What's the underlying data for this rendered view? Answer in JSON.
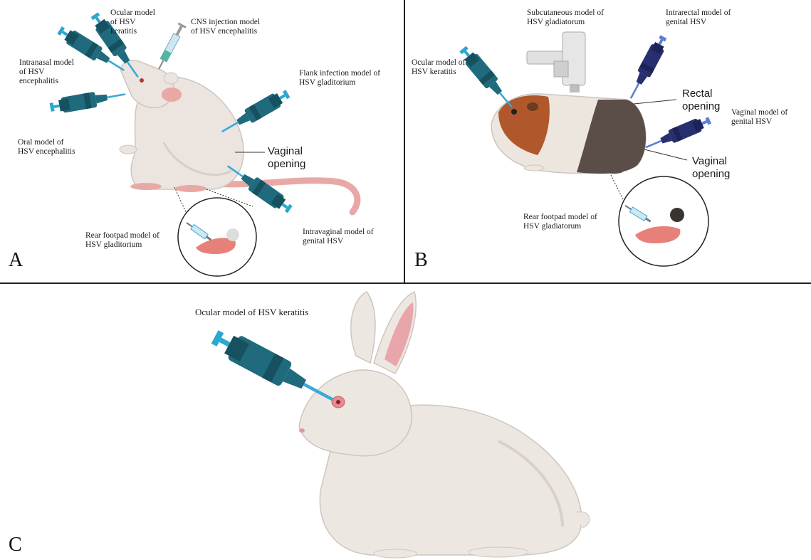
{
  "colors": {
    "pipette": "#1f6a7d",
    "pipette_dark": "#17505f",
    "pipette_tip": "#3aa8d8",
    "pipette_cap": "#2aa7d2",
    "navy_pipette": "#27306e",
    "navy_cap": "#5f7fd0",
    "mouse_body": "#ebe4df",
    "mouse_shade": "#d8cec8",
    "mouse_pink": "#e8a9a6",
    "guinea_brown": "#b0582c",
    "guinea_dark": "#5b4d47",
    "guinea_light": "#ede6df",
    "rabbit_body": "#ede7e1",
    "rabbit_shade": "#d9d0c8",
    "rabbit_ear": "#e9a6aa",
    "divider": "#222222"
  },
  "icons": [
    "pipette-icon",
    "syringe-icon",
    "injector-gun-icon"
  ],
  "panels": {
    "a": {
      "letter": "A",
      "labels": {
        "ocular": "Ocular model\nof HSV\nkeratitis",
        "cns": "CNS injection model\nof HSV encephalitis",
        "intranasal": "Intranasal model\nof HSV\nencephalitis",
        "flank": "Flank infection model of\nHSV gladitorium",
        "oral": "Oral model of\nHSV encephalitis",
        "vaginal_opening": "Vaginal\nopening",
        "rear_footpad": "Rear footpad model of\nHSV gladitorium",
        "intravaginal": "Intravaginal model of\ngenital HSV"
      }
    },
    "b": {
      "letter": "B",
      "labels": {
        "subcutaneous": "Subcutaneous model of\nHSV gladiatorum",
        "intrarectal": "Intrarectal model of\ngenital HSV",
        "ocular": "Ocular model of\nHSV keratitis",
        "rectal_opening": "Rectal\nopening",
        "vaginal_model": "Vaginal model of\ngenital HSV",
        "vaginal_opening": "Vaginal\nopening",
        "rear_footpad": "Rear footpad model of\nHSV gladiatorum"
      }
    },
    "c": {
      "letter": "C",
      "labels": {
        "ocular": "Ocular model of HSV keratitis"
      }
    }
  }
}
